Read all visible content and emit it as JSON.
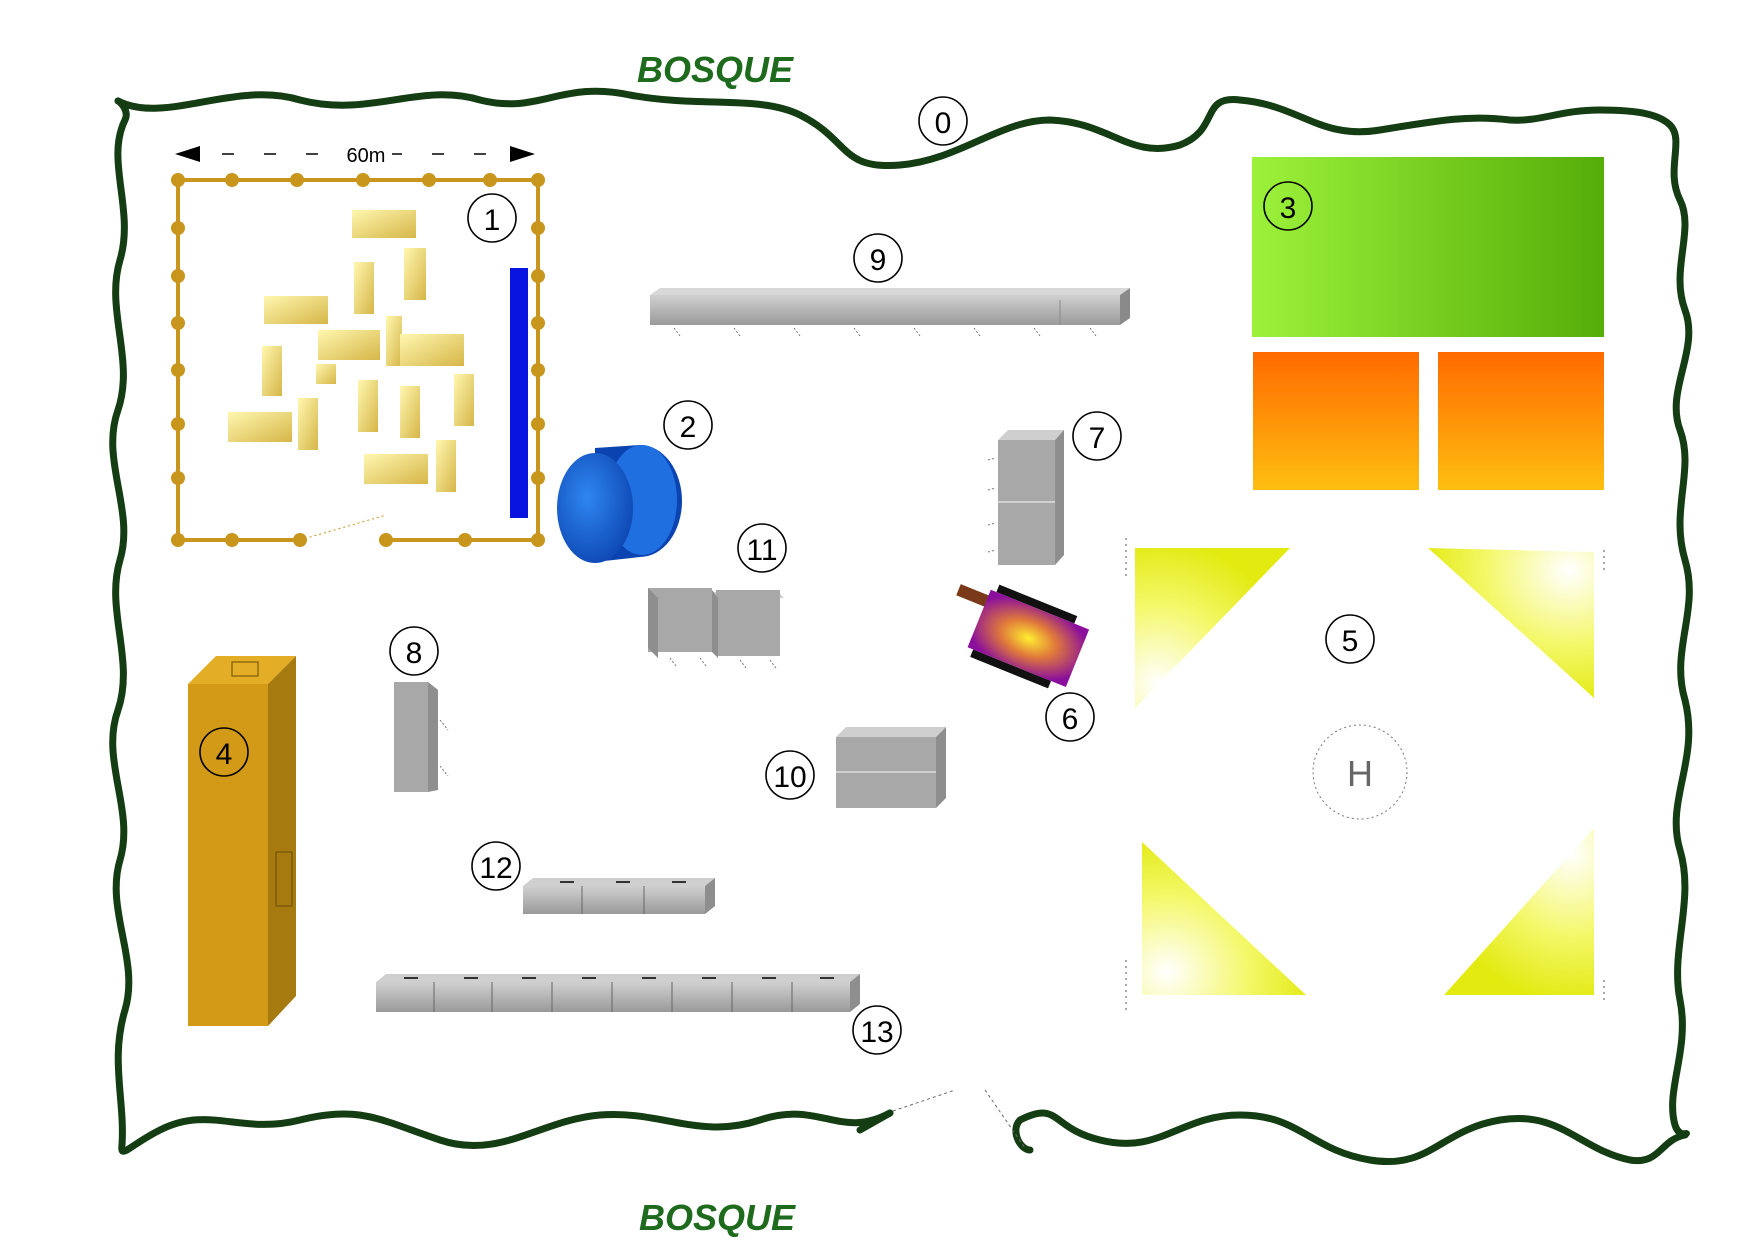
{
  "forest_labels": {
    "top": "BOSQUE",
    "bottom": "BOSQUE"
  },
  "scale": {
    "label": "60m"
  },
  "helipad": {
    "letter": "H"
  },
  "zones": [
    {
      "id": "perimeter",
      "number": "0"
    },
    {
      "id": "fenced-camp",
      "number": "1"
    },
    {
      "id": "water-tank",
      "number": "2"
    },
    {
      "id": "green-field",
      "number": "3"
    },
    {
      "id": "large-warehouse",
      "number": "4"
    },
    {
      "id": "helipad-area",
      "number": "5"
    },
    {
      "id": "purple-vehicle",
      "number": "6"
    },
    {
      "id": "stacked-modules-7",
      "number": "7"
    },
    {
      "id": "single-module-8",
      "number": "8"
    },
    {
      "id": "long-module-9",
      "number": "9"
    },
    {
      "id": "stacked-modules-10",
      "number": "10"
    },
    {
      "id": "twin-modules-11",
      "number": "11"
    },
    {
      "id": "short-row-12",
      "number": "12"
    },
    {
      "id": "long-row-13",
      "number": "13"
    }
  ],
  "colors": {
    "forest_line": "#143d14",
    "forest_text": "#1e6b1e",
    "fence": "#c8961c",
    "tent_light": "#fff6a8",
    "tent_dark": "#d8b84a",
    "blue_bar": "#0a14e0",
    "tank": "#1a62d8",
    "green_field": "#66c21a",
    "orange_field": "#ff7a00",
    "warehouse": "#d29a16",
    "module_gray": "#a6a6a6",
    "vehicle_purple": "#8a0f9c",
    "helipad_yellow": "#eef21a"
  }
}
